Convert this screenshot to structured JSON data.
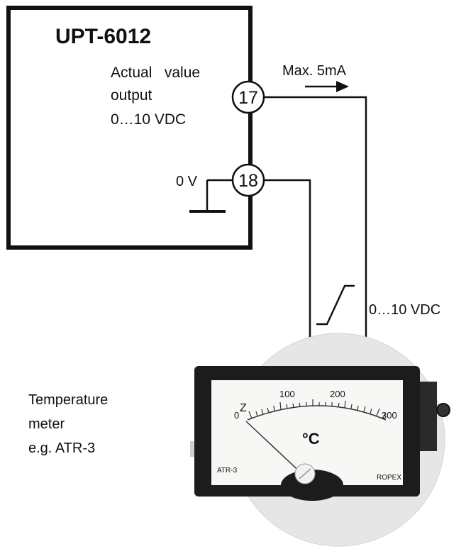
{
  "device": {
    "title": "UPT-6012",
    "output_label_line1": "Actual   value",
    "output_label_line2": "output",
    "output_label_line3": "0…10 VDC"
  },
  "terminals": {
    "terminal_17": "17",
    "terminal_18": "18",
    "ground_label": "0 V"
  },
  "wiring": {
    "current_limit": "Max. 5mA",
    "voltage_range": "0…10 VDC",
    "minus_sign": "−",
    "plus_sign": "+"
  },
  "meter": {
    "caption_line1": "Temperature",
    "caption_line2": "meter",
    "caption_line3": "e.g. ATR-3",
    "scale_0": "0",
    "scale_100": "100",
    "scale_200": "200",
    "scale_300": "300",
    "zero_mark": "Z",
    "unit": "°C",
    "model_text": "ATR-3",
    "brand_text": "ROPEX"
  },
  "colors": {
    "line": "#111111",
    "meter_frame": "#1c1c1c",
    "meter_face": "#f7f7f5",
    "meter_back": "#e6e6e6"
  }
}
